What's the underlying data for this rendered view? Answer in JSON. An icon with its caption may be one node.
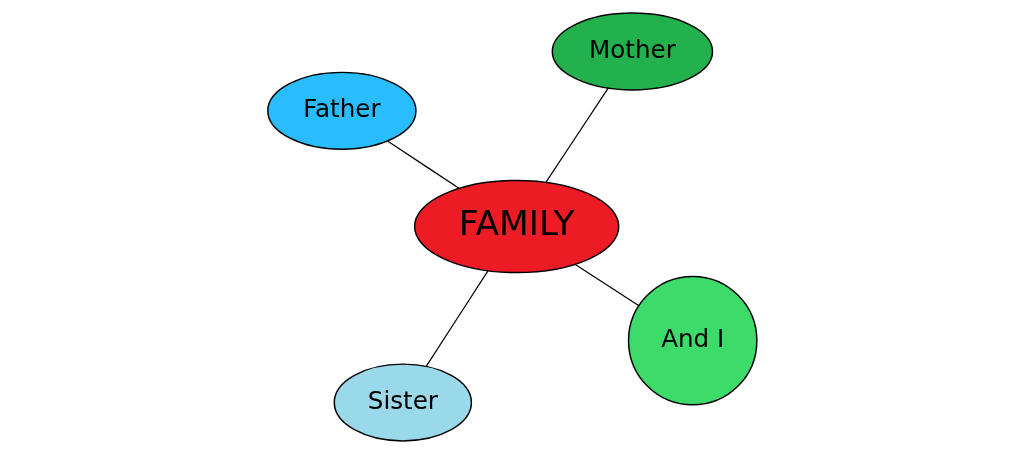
{
  "diagram": {
    "nodes": [
      {
        "text": [
          "FAMILY"
        ]
      },
      {
        "text": [
          "And I"
        ]
      },
      {
        "text": [
          "Sister"
        ]
      },
      {
        "text": [
          "Father"
        ]
      },
      {
        "text": [
          "Mother"
        ]
      }
    ],
    "edges": [
      {
        "from": 0,
        "to": 1,
        "arrow": "none"
      },
      {
        "from": 0,
        "to": 2,
        "arrow": "none"
      },
      {
        "from": 0,
        "to": 3,
        "arrow": "none"
      },
      {
        "from": 0,
        "to": 4,
        "arrow": "none"
      }
    ]
  }
}
